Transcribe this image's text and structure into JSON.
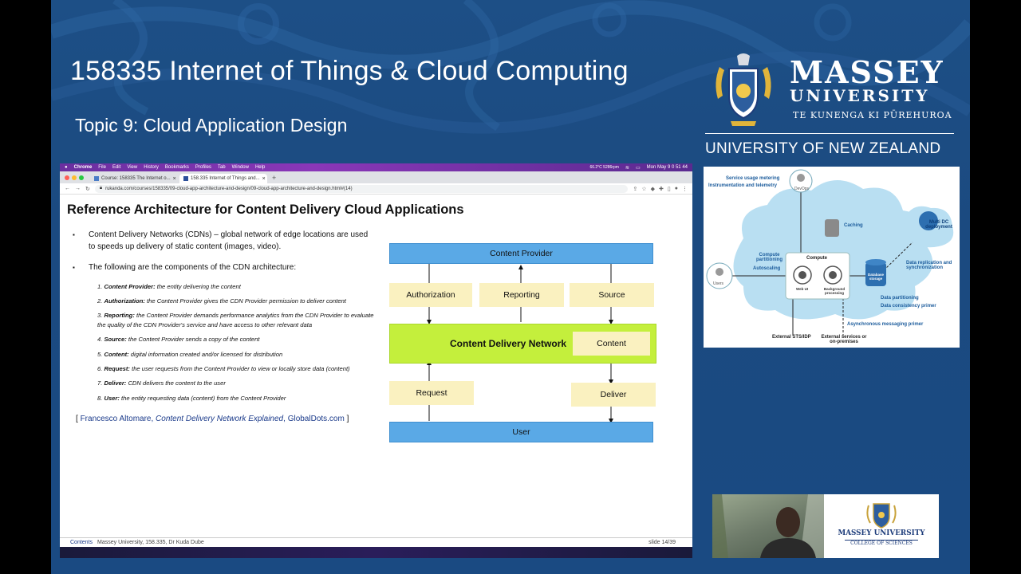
{
  "slide": {
    "course_title": "158335 Internet of Things & Cloud Computing",
    "topic_title": "Topic 9: Cloud Application Design"
  },
  "logo": {
    "massey": "MASSEY",
    "university": "UNIVERSITY",
    "maori": "TE KUNENGA KI PŪREHUROA",
    "nz": "UNIVERSITY OF NEW ZEALAND"
  },
  "macos_menu": {
    "app": "Chrome",
    "items": [
      "File",
      "Edit",
      "View",
      "History",
      "Bookmarks",
      "Profiles",
      "Tab",
      "Window",
      "Help"
    ],
    "clock": "Mon May 9  0 51 44",
    "temp": "66.2°C 5286rpm"
  },
  "browser": {
    "tabs": [
      {
        "label": "Course: 158335 The Internet o..."
      },
      {
        "label": "158.335 Internet of Things and..."
      }
    ],
    "url": "rukanda.com/courses/158335/09-cloud-app-architecture-and-design/09-cloud-app-architecture-and-design.html#(14)"
  },
  "page": {
    "title": "Reference Architecture for Content Delivery Cloud Applications",
    "bullet1": "Content Delivery Networks (CDNs) – global network of edge locations are used to speeds up delivery of static content (images, video).",
    "bullet2": "The following are the components of the CDN architecture:",
    "components": [
      {
        "num": "1.",
        "name": "Content Provider:",
        "desc": " the entity delivering the content"
      },
      {
        "num": "2.",
        "name": "Authorization:",
        "desc": " the Content Provider gives the CDN Provider permission to deliver content"
      },
      {
        "num": "3.",
        "name": "Reporting:",
        "desc": " the Content Provider demands performance analytics from the CDN Provider to evaluate the quality of the CDN Provider's service and have access to other relevant data"
      },
      {
        "num": "4.",
        "name": "Source:",
        "desc": " the Content Provider sends a copy of the content"
      },
      {
        "num": "5.",
        "name": "Content:",
        "desc": " digital information created and/or licensed for distribution"
      },
      {
        "num": "6.",
        "name": "Request:",
        "desc": " the user requests from the Content Provider to view or locally store data (content)"
      },
      {
        "num": "7.",
        "name": "Deliver:",
        "desc": " CDN delivers the content to the user"
      },
      {
        "num": "8.",
        "name": "User:",
        "desc": " the entity requesting data (content) from the Content Provider"
      }
    ],
    "citation": {
      "open": "[ ",
      "author": "Francesco Altomare, ",
      "work": "Content Delivery Network Explained",
      "sep": ", ",
      "site": "GlobalDots.com",
      "close": " ]"
    },
    "footer": {
      "contents": "Contents",
      "credit": "Massey University, 158.335, Dr Kuda Dube",
      "slide": "slide 14/39"
    }
  },
  "cdn_diagram": {
    "content_provider": "Content Provider",
    "authorization": "Authorization",
    "reporting": "Reporting",
    "source": "Source",
    "cdn": "Content Delivery Network",
    "content": "Content",
    "request": "Request",
    "deliver": "Deliver",
    "user": "User"
  },
  "arch_diagram": {
    "metering": "Service usage metering",
    "instrumentation": "Instrumentation and telemetry",
    "devops": "DevOps",
    "caching": "Caching",
    "multi_dc": "Multi DC deployment",
    "compute_partitioning": "Compute partitioning",
    "autoscaling": "Autoscaling",
    "compute": "Compute",
    "users": "Users",
    "web_ui": "Web UI",
    "background": "Background processing",
    "database": "Database storage",
    "replication": "Data replication and synchronization",
    "partitioning": "Data partitioning",
    "consistency": "Data consistency primer",
    "async": "Asynchronous messaging primer",
    "sts": "External STS/IDP",
    "external": "External services or on-premises"
  },
  "card": {
    "name": "MASSEY UNIVERSITY",
    "college": "COLLEGE OF SCIENCES"
  },
  "colors": {
    "slide_bg": "#1b4a80",
    "cdn_blue": "#5aa9e6",
    "cdn_yellow": "#faf1c0",
    "cdn_green": "#c4ef3c"
  }
}
